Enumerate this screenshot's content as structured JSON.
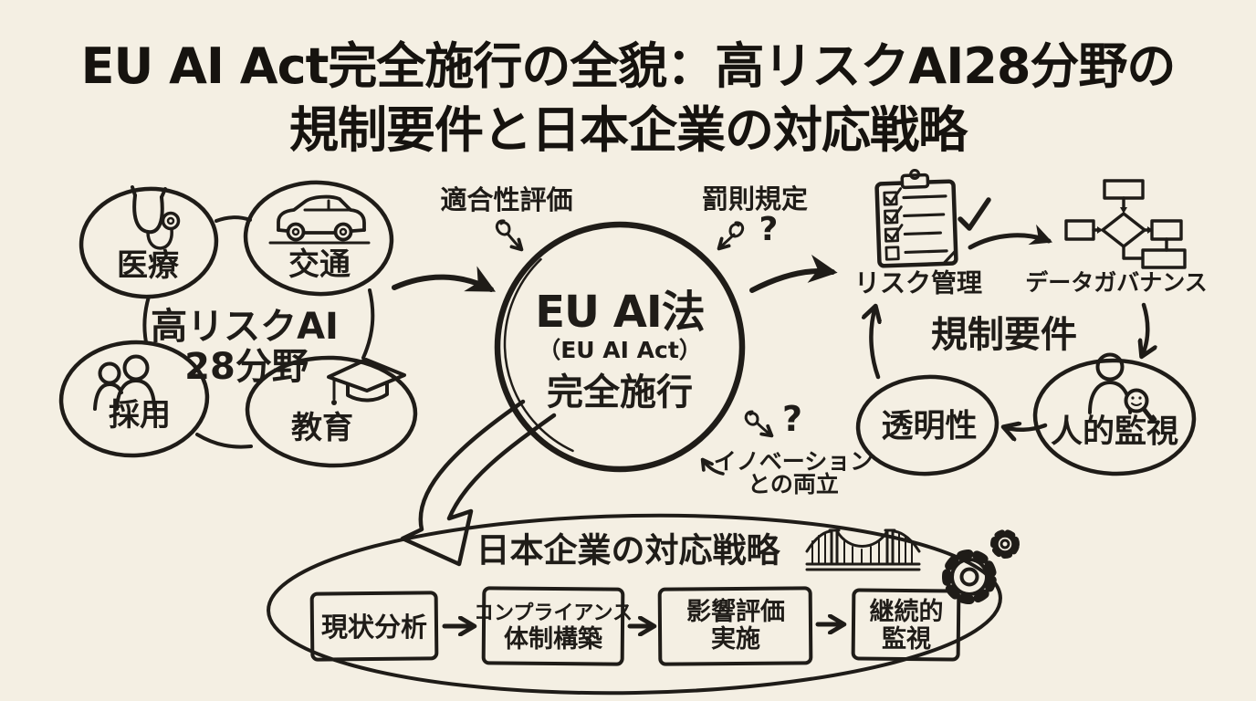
{
  "colors": {
    "background": "#f4efe3",
    "ink": "#1f1c18"
  },
  "title": {
    "line1": "EU AI Act完全施行の全貌：高リスクAI28分野の",
    "line2": "規制要件と日本企業の対応戦略"
  },
  "high_risk_cluster": {
    "heading_line1": "高リスクAI",
    "heading_line2": "28分野",
    "sectors": [
      {
        "label": "医療",
        "icon": "stethoscope-icon"
      },
      {
        "label": "交通",
        "icon": "car-icon"
      },
      {
        "label": "採用",
        "icon": "people-icon"
      },
      {
        "label": "教育",
        "icon": "graduation-cap-icon"
      }
    ]
  },
  "center_node": {
    "line1": "EU AI法",
    "line2": "（EU AI Act）",
    "line3": "完全施行"
  },
  "annotations": {
    "conformity_assessment": "適合性評価",
    "penalty_provisions": "罰則規定",
    "penalty_question_mark": "?",
    "innovation_question_mark": "?",
    "innovation_line1": "イノベーション",
    "innovation_line2": "との両立"
  },
  "regulatory_requirements": {
    "heading": "規制要件",
    "risk_management": "リスク管理",
    "data_governance": "データガバナンス",
    "transparency": "透明性",
    "human_oversight": "人的監視"
  },
  "japan_strategy": {
    "heading": "日本企業の対応戦略",
    "steps": [
      {
        "line1": "現状分析",
        "line2": ""
      },
      {
        "line1": "コンプライアンス",
        "line2": "体制構築"
      },
      {
        "line1": "影響評価",
        "line2": "実施"
      },
      {
        "line1": "継続的",
        "line2": "監視"
      }
    ]
  },
  "icons": [
    "stethoscope-icon",
    "car-icon",
    "people-icon",
    "graduation-cap-icon",
    "clipboard-checklist-icon",
    "check-icon",
    "flowchart-icon",
    "person-magnifier-icon",
    "bridge-icon",
    "gears-icon"
  ]
}
